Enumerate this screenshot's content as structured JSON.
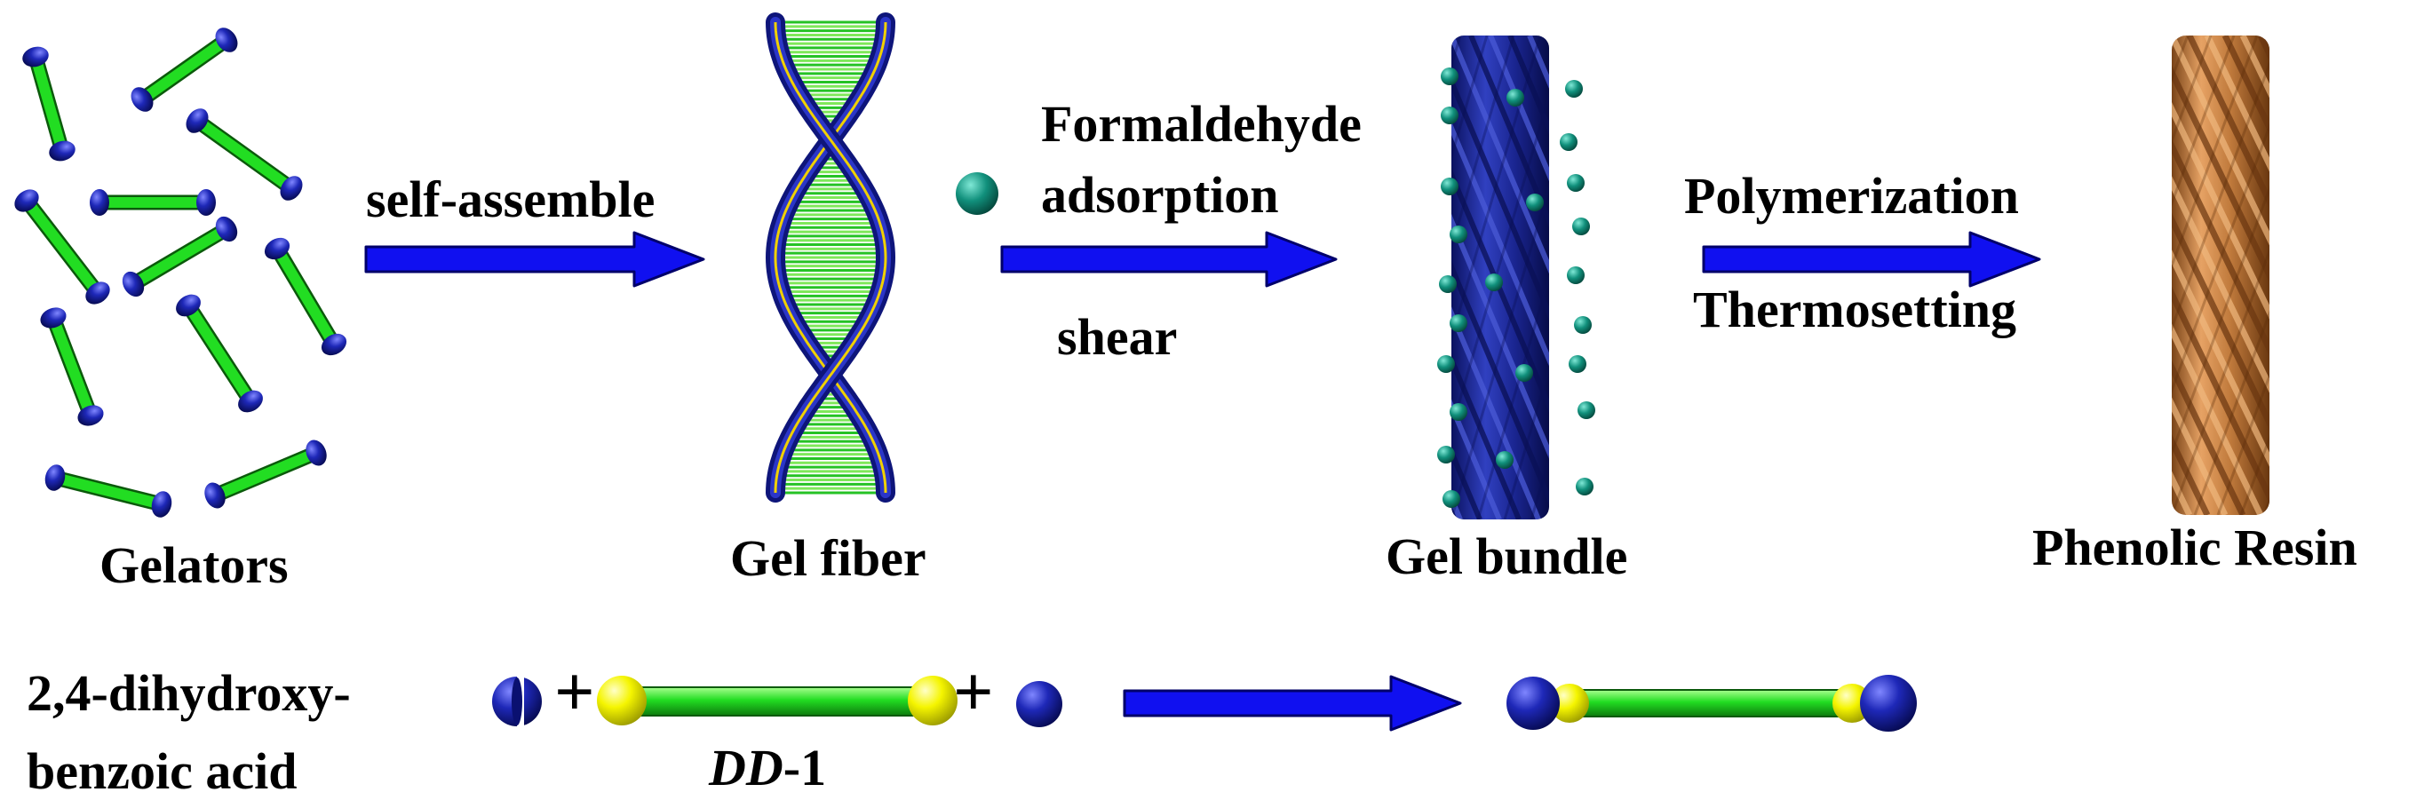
{
  "labels": {
    "gelators": "Gelators",
    "gel_fiber": "Gel fiber",
    "gel_bundle": "Gel bundle",
    "phenolic_resin": "Phenolic Resin",
    "self_assemble": "self-assemble",
    "formaldehyde": "Formaldehyde",
    "adsorption": "adsorption",
    "shear": "shear",
    "polymerization": "Polymerization",
    "thermosetting": "Thermosetting",
    "reagent_line1": "2,4-dihydroxy-",
    "reagent_line2": "benzoic acid",
    "plus1": "+",
    "plus2": "+",
    "dd_prefix": "DD",
    "dd_suffix": "-1"
  },
  "colors": {
    "arrow_blue": "#1010f0",
    "arrow_outline": "#00006a",
    "rod_green": "#22dd22",
    "cap_yellow": "#f2f200",
    "cap_navy": "#141a8a",
    "bead_teal": "#0f8f7c",
    "bundle_blue": "#22309a",
    "resin_copper": "#c98040"
  },
  "icons": {
    "gelator_rod": "gelator-rod-icon",
    "double_helix": "gel-fiber-helix-icon",
    "formaldehyde_bead": "formaldehyde-bead-icon",
    "bundle": "gel-bundle-icon",
    "resin": "phenolic-resin-rope-icon",
    "process_arrow": "process-arrow-icon"
  }
}
